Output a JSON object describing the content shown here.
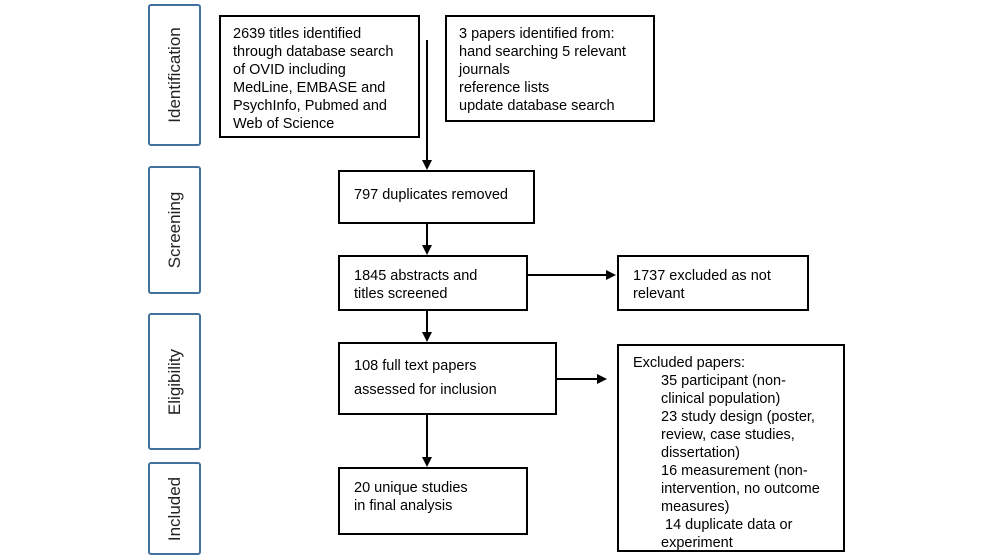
{
  "stages": [
    {
      "label": "Identification"
    },
    {
      "label": "Screening"
    },
    {
      "label": "Eligibility"
    },
    {
      "label": "Included"
    }
  ],
  "boxes": {
    "database_search": [
      "2639 titles identified",
      "through database search",
      "of OVID including",
      "MedLine, EMBASE and",
      "PsychInfo, Pubmed and",
      "Web of Science"
    ],
    "other_sources": [
      "3 papers identified from:",
      "hand searching 5 relevant",
      "journals",
      "reference lists",
      "update database search"
    ],
    "duplicates_removed": [
      "797 duplicates removed"
    ],
    "screened": [
      "1845 abstracts and",
      "titles screened"
    ],
    "excluded_not_relevant": [
      "1737 excluded as not",
      "relevant"
    ],
    "full_text": [
      "108 full text papers",
      "assessed for inclusion"
    ],
    "excluded_papers": {
      "heading": "Excluded papers:",
      "items": [
        "35 participant (non-",
        "clinical population)",
        "23 study design (poster,",
        "review, case studies,",
        "dissertation)",
        "16 measurement (non-",
        "intervention, no outcome",
        "measures)",
        " 14 duplicate data or",
        "experiment"
      ]
    },
    "included": [
      "20 unique studies",
      "in final analysis"
    ]
  }
}
